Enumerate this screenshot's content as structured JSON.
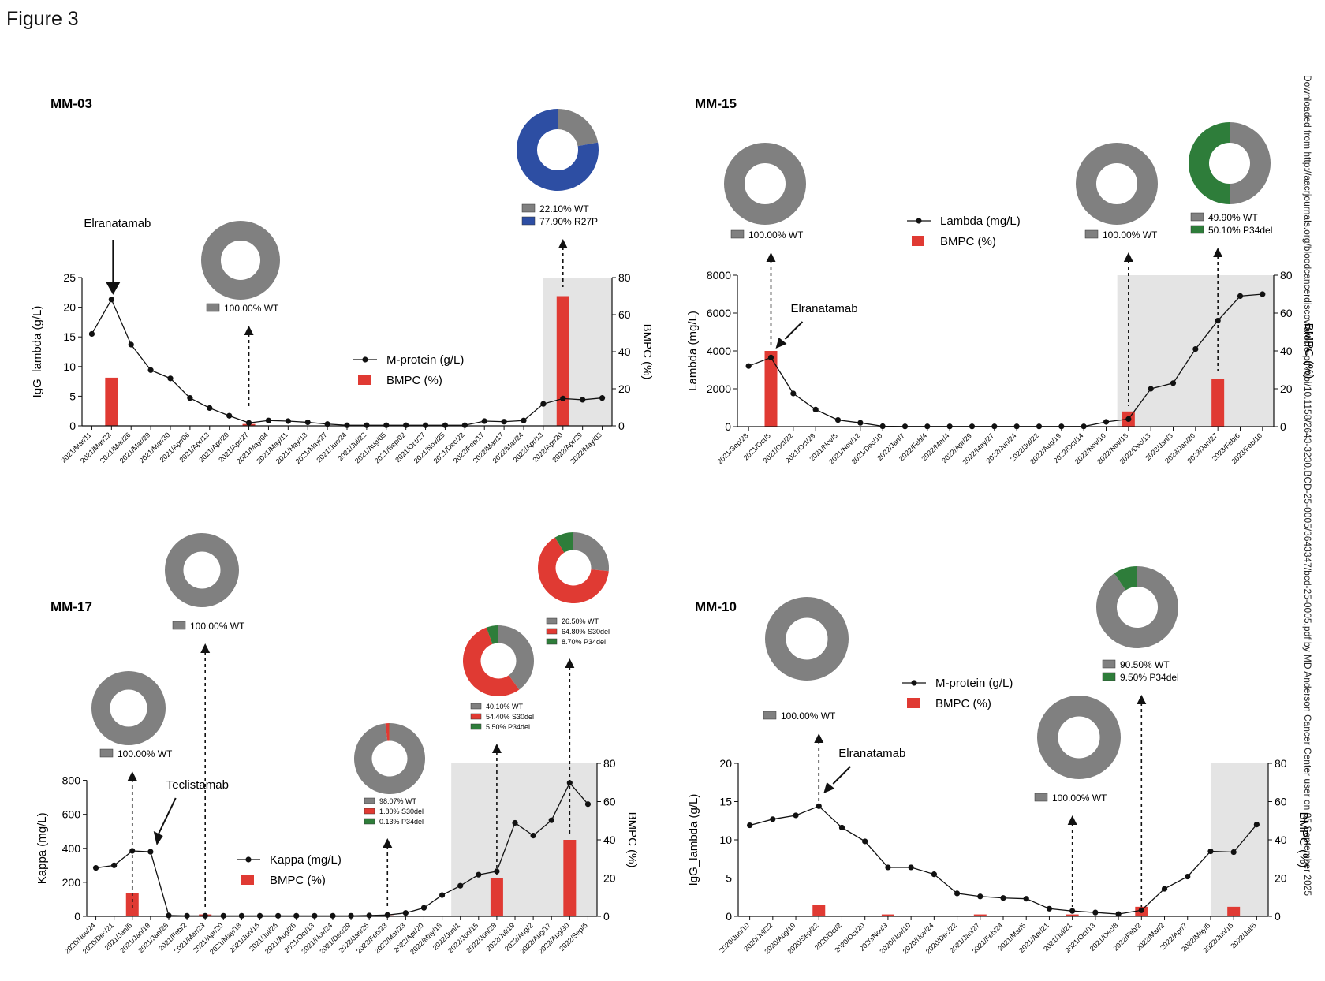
{
  "figure_label": "Figure 3",
  "watermark": "Downloaded from http://aacrjournals.org/bloodcancerdiscov/article-pdf/doi/10.1158/2643-3230.BCD-25-0005/3643347/bcd-25-0005.pdf by MD Anderson Cancer Center user on 05 September 2025",
  "colors": {
    "line": "#111111",
    "bar": "#e03a33",
    "shade": "#e4e4e4",
    "WT": "#808080",
    "R27P": "#2d4ea3",
    "S30del": "#e03a33",
    "P34del": "#2e7d3a"
  },
  "chart_data": [
    {
      "panel": "MM-03",
      "type": "bar+line",
      "title": "MM-03",
      "ylabel": "IgG_lambda (g/L)",
      "y2label": "BMPC (%)",
      "ylim": [
        0,
        25
      ],
      "yticks": [
        0,
        5,
        10,
        15,
        20,
        25
      ],
      "y2lim": [
        0,
        80
      ],
      "y2ticks": [
        0,
        20,
        40,
        60,
        80
      ],
      "categories": [
        "2021/Mar/11",
        "2021/Mar/22",
        "2021/Mar/26",
        "2021/Mar/29",
        "2021/Mar/30",
        "2021/Apr/06",
        "2021/Apr/13",
        "2021/Apr/20",
        "2021/Apr/27",
        "2021/May/04",
        "2021/May/11",
        "2021/May/18",
        "2021/May/27",
        "2021/Jun/24",
        "2021/Jul/22",
        "2021/Aug/05",
        "2021/Sep/02",
        "2021/Oct/27",
        "2021/Nov/25",
        "2021/Dec/22",
        "2022/Feb/17",
        "2022/Mar/17",
        "2022/Mar/24",
        "2022/Apr/13",
        "2022/Apr/20",
        "2022/Apr/29",
        "2022/May/03"
      ],
      "legend": [
        {
          "label": "M-protein (g/L)",
          "kind": "line"
        },
        {
          "label": "BMPC (%)",
          "kind": "bar"
        }
      ],
      "series_line": [
        15.5,
        21.3,
        13.7,
        9.4,
        8.0,
        4.7,
        3.0,
        1.7,
        0.5,
        0.9,
        0.8,
        0.6,
        0.3,
        0.1,
        0.1,
        0.1,
        0.1,
        0.1,
        0.1,
        0.1,
        0.8,
        0.7,
        0.9,
        3.7,
        4.6,
        4.4,
        4.7
      ],
      "series_bar": [
        null,
        26,
        null,
        null,
        null,
        null,
        null,
        null,
        1,
        null,
        null,
        null,
        null,
        null,
        null,
        null,
        null,
        null,
        null,
        null,
        null,
        null,
        null,
        null,
        70,
        null,
        null
      ],
      "shade_from": 23.5,
      "annotations": [
        {
          "text": "Elranatamab",
          "index": 1
        }
      ],
      "donuts": [
        {
          "index": 8,
          "slices": [
            {
              "label": "WT",
              "value": 100.0,
              "text": "100.00%  WT"
            }
          ]
        },
        {
          "index": 24,
          "slices": [
            {
              "label": "WT",
              "value": 22.1,
              "text": "22.10%  WT"
            },
            {
              "label": "R27P",
              "value": 77.9,
              "text": "77.90%  R27P"
            }
          ]
        }
      ]
    },
    {
      "panel": "MM-15",
      "type": "bar+line",
      "title": "MM-15",
      "ylabel": "Lambda (mg/L)",
      "y2label": "BMPC (%)",
      "ylim": [
        0,
        8000
      ],
      "yticks": [
        0,
        2000,
        4000,
        6000,
        8000
      ],
      "y2lim": [
        0,
        80
      ],
      "y2ticks": [
        0,
        20,
        40,
        60,
        80
      ],
      "categories": [
        "2021/Sep/28",
        "2021/Oct/5",
        "2021/Oct/22",
        "2021/Oct/29",
        "2021/Nov/5",
        "2021/Nov/12",
        "2021/Dec/10",
        "2022/Jan/7",
        "2022/Feb/4",
        "2022/Mar/4",
        "2022/Apr/29",
        "2022/May/27",
        "2022/Jun/24",
        "2022/Jul/22",
        "2022/Aug/19",
        "2022/Oct/14",
        "2022/Nov/10",
        "2022/Nov/18",
        "2022/Dec/13",
        "2023/Jan/3",
        "2023/Jan/20",
        "2023/Jan/27",
        "2023/Feb/6",
        "2023/Feb/10"
      ],
      "legend": [
        {
          "label": "Lambda (mg/L)",
          "kind": "line"
        },
        {
          "label": "BMPC (%)",
          "kind": "bar"
        }
      ],
      "series_line": [
        3200,
        3650,
        1750,
        900,
        350,
        200,
        20,
        10,
        10,
        10,
        10,
        10,
        10,
        10,
        10,
        10,
        250,
        400,
        2000,
        2300,
        4100,
        5600,
        6900,
        7000
      ],
      "series_bar": [
        null,
        40,
        null,
        null,
        null,
        null,
        null,
        null,
        null,
        null,
        null,
        null,
        null,
        null,
        null,
        null,
        null,
        8,
        null,
        null,
        null,
        25,
        null,
        null
      ],
      "shade_from": 17,
      "annotations": [
        {
          "text": "Elranatamab",
          "index": 1
        }
      ],
      "donuts": [
        {
          "index": 1,
          "slices": [
            {
              "label": "WT",
              "value": 100.0,
              "text": "100.00%  WT"
            }
          ]
        },
        {
          "index": 17,
          "slices": [
            {
              "label": "WT",
              "value": 100.0,
              "text": "100.00%  WT"
            }
          ]
        },
        {
          "index": 21,
          "slices": [
            {
              "label": "WT",
              "value": 49.9,
              "text": "49.90%  WT"
            },
            {
              "label": "P34del",
              "value": 50.1,
              "text": "50.10%  P34del"
            }
          ]
        }
      ]
    },
    {
      "panel": "MM-17",
      "type": "bar+line",
      "title": "MM-17",
      "ylabel": "Kappa (mg/L)",
      "y2label": "BMPC (%)",
      "ylim": [
        0,
        900
      ],
      "yticks": [
        0,
        200,
        400,
        600,
        800
      ],
      "y2lim": [
        0,
        80
      ],
      "y2ticks": [
        0,
        20,
        40,
        60,
        80
      ],
      "categories": [
        "2020/Nov/24",
        "2020/Dec/21",
        "2021/Jan/5",
        "2021/Jan/19",
        "2021/Jan/26",
        "2021/Feb/2",
        "2021/Mar/23",
        "2021/Apr/20",
        "2021/May/18",
        "2021/Jun/16",
        "2021/Jul/26",
        "2021/Aug/25",
        "2021/Oct/13",
        "2021/Nov/24",
        "2021/Dec/29",
        "2022/Jan/26",
        "2022/Feb/23",
        "2022/Mar/23",
        "2022/Apr/20",
        "2022/May/18",
        "2022/Jun/1",
        "2022/Jun/15",
        "2022/Jun/28",
        "2022/Jul/19",
        "2022/Aug/2",
        "2022/Aug/17",
        "2022/Aug/30",
        "2022/Sep/6"
      ],
      "legend": [
        {
          "label": "Kappa (mg/L)",
          "kind": "line"
        },
        {
          "label": "BMPC (%)",
          "kind": "bar"
        }
      ],
      "series_line": [
        285,
        300,
        385,
        380,
        5,
        3,
        3,
        3,
        3,
        3,
        3,
        3,
        3,
        3,
        3,
        5,
        8,
        20,
        50,
        125,
        180,
        245,
        265,
        550,
        475,
        565,
        785,
        660
      ],
      "series_bar": [
        null,
        null,
        12,
        null,
        null,
        null,
        1,
        null,
        null,
        null,
        null,
        null,
        null,
        null,
        null,
        null,
        0.5,
        null,
        null,
        null,
        null,
        null,
        20,
        null,
        null,
        null,
        40,
        null
      ],
      "shade_from": 20,
      "annotations": [
        {
          "text": "Teclistamab",
          "index": 3.6
        }
      ],
      "donuts": [
        {
          "index": 2,
          "slices": [
            {
              "label": "WT",
              "value": 100.0,
              "text": "100.00%  WT"
            }
          ]
        },
        {
          "index": 6,
          "slices": [
            {
              "label": "WT",
              "value": 100.0,
              "text": "100.00%  WT"
            }
          ]
        },
        {
          "index": 16,
          "slices": [
            {
              "label": "WT",
              "value": 98.07,
              "text": "98.07%  WT"
            },
            {
              "label": "S30del",
              "value": 1.8,
              "text": "1.80%  S30del"
            },
            {
              "label": "P34del",
              "value": 0.13,
              "text": "0.13%  P34del"
            }
          ]
        },
        {
          "index": 22,
          "slices": [
            {
              "label": "WT",
              "value": 40.1,
              "text": "40.10%  WT"
            },
            {
              "label": "S30del",
              "value": 54.4,
              "text": "54.40%  S30del"
            },
            {
              "label": "P34del",
              "value": 5.5,
              "text": "5.50%  P34del"
            }
          ]
        },
        {
          "index": 26,
          "slices": [
            {
              "label": "WT",
              "value": 26.5,
              "text": "26.50%  WT"
            },
            {
              "label": "S30del",
              "value": 64.8,
              "text": "64.80%  S30del"
            },
            {
              "label": "P34del",
              "value": 8.7,
              "text": "8.70%  P34del"
            }
          ]
        }
      ]
    },
    {
      "panel": "MM-10",
      "type": "bar+line",
      "title": "MM-10",
      "ylabel": "IgG_lambda (g/L)",
      "y2label": "BMPC (%)",
      "ylim": [
        0,
        20
      ],
      "yticks": [
        0,
        5,
        10,
        15,
        20
      ],
      "y2lim": [
        0,
        80
      ],
      "y2ticks": [
        0,
        20,
        40,
        60,
        80
      ],
      "categories": [
        "2020/Jun/10",
        "2020/Jul/22",
        "2020/Aug/19",
        "2020/Sep/22",
        "2020/Oct/2",
        "2020/Oct/20",
        "2020/Nov/3",
        "2020/Nov/10",
        "2020/Nov/24",
        "2020/Dec/22",
        "2021/Jan/27",
        "2021/Feb/24",
        "2021/Mar/5",
        "2021/Apr/21",
        "2021/Jul/21",
        "2021/Oct/13",
        "2021/Dec/8",
        "2022/Feb/2",
        "2022/Mar/2",
        "2022/Apr/7",
        "2022/May/5",
        "2022/Jun/15",
        "2022/Jul/6"
      ],
      "legend": [
        {
          "label": "M-protein (g/L)",
          "kind": "line"
        },
        {
          "label": "BMPC (%)",
          "kind": "bar"
        }
      ],
      "series_line": [
        11.9,
        12.7,
        13.2,
        14.4,
        11.6,
        9.8,
        6.4,
        6.4,
        5.5,
        3.0,
        2.6,
        2.4,
        2.3,
        1.0,
        0.7,
        0.5,
        0.3,
        0.8,
        3.6,
        5.2,
        8.5,
        8.4,
        12.0
      ],
      "series_bar": [
        null,
        null,
        null,
        6,
        null,
        null,
        1,
        null,
        null,
        null,
        1,
        null,
        null,
        null,
        1,
        null,
        null,
        5,
        null,
        null,
        null,
        5,
        null
      ],
      "shade_from": 20.5,
      "annotations": [
        {
          "text": "Elranatamab",
          "index": 3
        }
      ],
      "donuts": [
        {
          "index": 3,
          "slices": [
            {
              "label": "WT",
              "value": 100.0,
              "text": "100.00%  WT"
            }
          ]
        },
        {
          "index": 14,
          "slices": [
            {
              "label": "WT",
              "value": 100.0,
              "text": "100.00%  WT"
            }
          ]
        },
        {
          "index": 17,
          "slices": [
            {
              "label": "WT",
              "value": 90.5,
              "text": "90.50%  WT"
            },
            {
              "label": "P34del",
              "value": 9.5,
              "text": "9.50%  P34del"
            }
          ]
        }
      ]
    }
  ]
}
